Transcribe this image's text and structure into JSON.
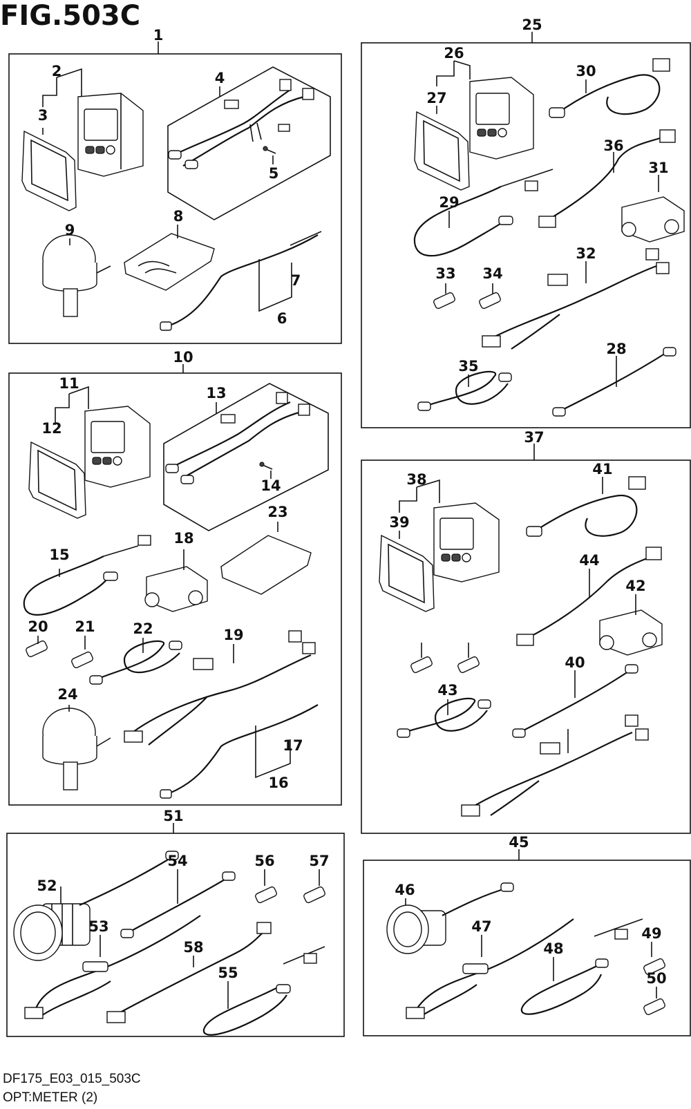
{
  "figure": {
    "title": "FIG.503C",
    "footer_code": "DF175_E03_015_503C",
    "footer_name": "OPT:METER (2)"
  },
  "groups": [
    {
      "id": "1"
    },
    {
      "id": "10"
    },
    {
      "id": "25"
    },
    {
      "id": "37"
    },
    {
      "id": "51"
    },
    {
      "id": "45"
    }
  ],
  "callouts": [
    "1",
    "2",
    "3",
    "4",
    "5",
    "6",
    "7",
    "8",
    "9",
    "10",
    "11",
    "12",
    "13",
    "14",
    "15",
    "16",
    "17",
    "18",
    "19",
    "20",
    "21",
    "22",
    "23",
    "24",
    "25",
    "26",
    "27",
    "28",
    "29",
    "30",
    "31",
    "32",
    "33",
    "34",
    "35",
    "36",
    "37",
    "38",
    "39",
    "40",
    "41",
    "42",
    "43",
    "44",
    "45",
    "46",
    "47",
    "48",
    "49",
    "50",
    "51",
    "52",
    "53",
    "54",
    "55",
    "56",
    "57",
    "58"
  ]
}
